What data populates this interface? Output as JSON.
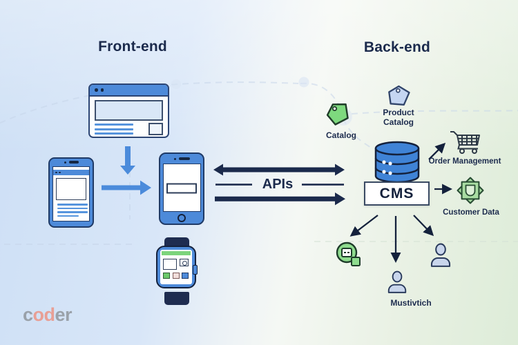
{
  "titles": {
    "frontend": "Front-end",
    "backend": "Back-end"
  },
  "apis": {
    "label": "APIs"
  },
  "cms": {
    "label": "CMS"
  },
  "labels": {
    "catalog": "Catalog",
    "product_catalog": "Product Catalog",
    "order_management": "Order Management",
    "customer_data": "Customer Data",
    "user": "Mustivtich"
  },
  "logo": {
    "c": "c",
    "od": "od",
    "er": "er"
  },
  "colors": {
    "navy": "#1b2a4c",
    "device_blue": "#4d8ad9",
    "light_blue_fill": "#d9e7f7",
    "green": "#7ed97e",
    "tag_blue": "#c5d6f2",
    "person_fill": "#c9d6ec",
    "logo_gray": "#9aa1a9",
    "logo_salmon": "#e89f95",
    "bg_left": "#cddff5",
    "bg_right": "#ddecd8"
  },
  "icons": {
    "browser-window": "browser frame with title bar",
    "tablet": "tablet device",
    "smartphone": "smartphone device",
    "smartwatch": "smartwatch device",
    "database": "database cylinder",
    "catalog-tag": "green price tag",
    "product-catalog-tag": "blue price tag",
    "cart": "shopping cart",
    "customer-data-badge": "green seal badge",
    "module": "green widget module",
    "person": "user silhouette"
  }
}
